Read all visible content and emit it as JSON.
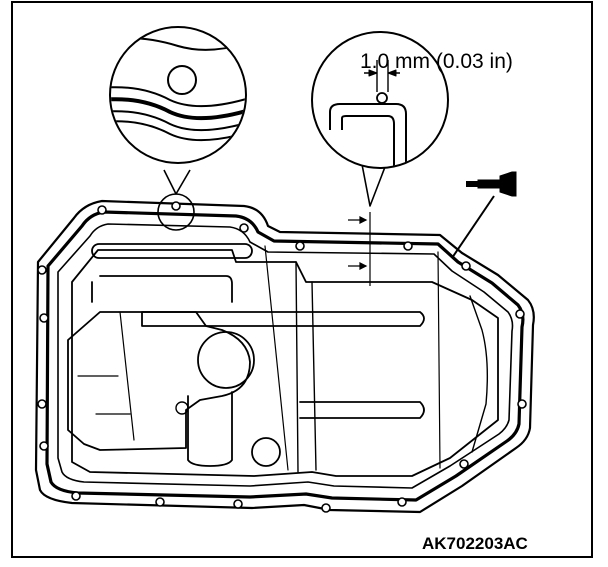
{
  "figure": {
    "dimension_callout": "1.0 mm (0.03 in)",
    "figure_code": "AK702203AC"
  },
  "colors": {
    "line": "#000000",
    "background": "#ffffff",
    "tube_fill": "#000000"
  },
  "icons": {
    "sealant_tube": "sealant-tube-icon",
    "detail_seal_groove": "magnifier-detail-seal-groove",
    "detail_bead_section": "magnifier-detail-bead-section"
  }
}
